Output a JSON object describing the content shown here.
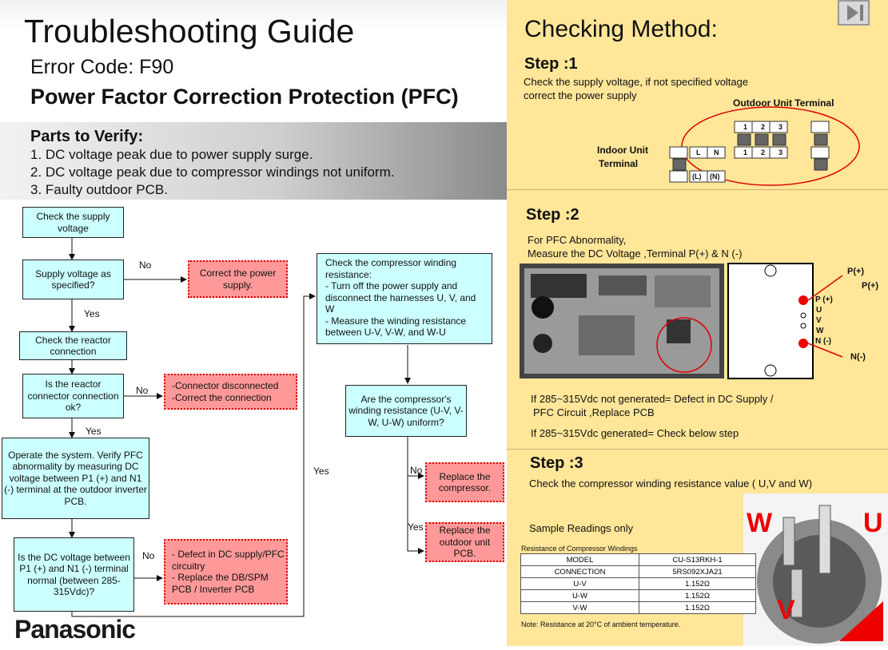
{
  "header": {
    "title": "Troubleshooting Guide",
    "error_code": "Error Code: F90",
    "subtitle": "Power Factor Correction Protection (PFC)"
  },
  "parts": {
    "heading": "Parts to Verify:",
    "items": [
      "1.  DC voltage peak due to power supply surge.",
      "2.  DC voltage peak due to compressor windings not uniform.",
      "3.  Faulty outdoor PCB."
    ]
  },
  "flow": {
    "b1": "Check the supply voltage",
    "b2": "Supply voltage as specified?",
    "b3": "Correct the power supply.",
    "b4": "Check the reactor connection",
    "b5": "Is the reactor connector connection ok?",
    "b6a": "-Connector disconnected",
    "b6b": "-Correct the connection",
    "b7": "Operate the system. Verify PFC abnormality by measuring DC voltage between P1 (+) and N1 (-) terminal at the outdoor inverter PCB.",
    "b8": "Is the DC voltage between P1 (+) and N1 (-) terminal normal (between 285-315Vdc)?",
    "b9a": "- Defect in DC supply/PFC circuitry",
    "b9b": "- Replace the DB/SPM PCB / Inverter PCB",
    "b10a": "Check the compressor winding resistance:",
    "b10b": "- Turn off the power supply and disconnect the harnesses U, V, and W",
    "b10c": "- Measure the winding resistance between U-V, V-W, and W-U",
    "b11": "Are the compressor's winding resistance (U-V, V-W, U-W) uniform?",
    "b12": "Replace the compressor.",
    "b13": "Replace the outdoor unit PCB.",
    "no": "No",
    "yes": "Yes"
  },
  "brand": "Panasonic",
  "right": {
    "heading": "Checking Method:",
    "step1": {
      "title": "Step :1",
      "text1": "Check the supply voltage, if not specified voltage",
      "text2": "correct the power supply",
      "outdoor": "Outdoor Unit Terminal",
      "indoor1": "Indoor Unit",
      "indoor2": "Terminal",
      "t1": "1",
      "t2": "2",
      "t3": "3",
      "tL": "L",
      "tN": "N",
      "tL2": "(L)",
      "tN2": "(N)"
    },
    "step2": {
      "title": "Step :2",
      "text1": "For PFC Abnormality,",
      "text2": "Measure the DC Voltage ,Terminal P(+)  & N (-)",
      "p1": "P(+)",
      "p2": "P(+)",
      "n": "N(-)",
      "pin_p": "P (+)",
      "pin_u": "U",
      "pin_v": "V",
      "pin_w": "W",
      "pin_n": "N (-)",
      "r1": "If 285~315Vdc not generated= Defect in DC Supply /",
      "r2": "PFC Circuit ,Replace PCB",
      "r3": "If 285~315Vdc  generated= Check below step"
    },
    "step3": {
      "title": "Step :3",
      "text": "Check the compressor winding resistance value ( U,V and W)",
      "sample": "Sample Readings only",
      "table_title": "Resistance of Compressor Windings",
      "rows": [
        [
          "MODEL",
          "CU-S13RKH-1"
        ],
        [
          "CONNECTION",
          "5RS092XJA21"
        ],
        [
          "U-V",
          "1.152Ω"
        ],
        [
          "U-W",
          "1.152Ω"
        ],
        [
          "V-W",
          "1.152Ω"
        ]
      ],
      "note": "Note: Resistance at 20°C of ambient temperature.",
      "lw": "W",
      "lu": "U",
      "lv": "V"
    }
  }
}
